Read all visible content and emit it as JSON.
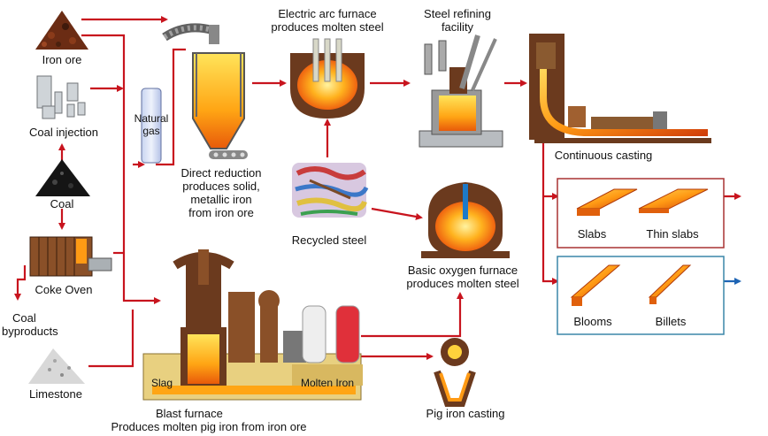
{
  "labels": {
    "iron_ore": "Iron ore",
    "coal_injection": "Coal injection",
    "coal": "Coal",
    "coke_oven": "Coke Oven",
    "coal_byproducts_1": "Coal",
    "coal_byproducts_2": "byproducts",
    "limestone": "Limestone",
    "natural_gas_1": "Natural",
    "natural_gas_2": "gas",
    "direct_reduction_1": "Direct reduction",
    "direct_reduction_2": "produces solid,",
    "direct_reduction_3": "metallic iron",
    "direct_reduction_4": "from iron ore",
    "eaf_1": "Electric arc furnace",
    "eaf_2": "produces molten steel",
    "refining_1": "Steel refining",
    "refining_2": "facility",
    "continuous_casting": "Continuous casting",
    "recycled_steel": "Recycled steel",
    "bof_1": "Basic oxygen furnace",
    "bof_2": "produces molten steel",
    "slabs": "Slabs",
    "thin_slabs": "Thin slabs",
    "blooms": "Blooms",
    "billets": "Billets",
    "slag": "Slag",
    "molten_iron": "Molten Iron",
    "blast_furnace_1": "Blast furnace",
    "blast_furnace_2": "Produces molten pig iron from iron ore",
    "pig_iron_casting": "Pig iron casting"
  },
  "colors": {
    "arrow_red": "#c8141e",
    "arrow_blue": "#1e64b4",
    "box_red": "#a83232",
    "box_blue": "#3a86a8",
    "furnace_brown": "#6b3a1e",
    "molten_orange": "#f07a10",
    "molten_yellow": "#ffd23c"
  }
}
